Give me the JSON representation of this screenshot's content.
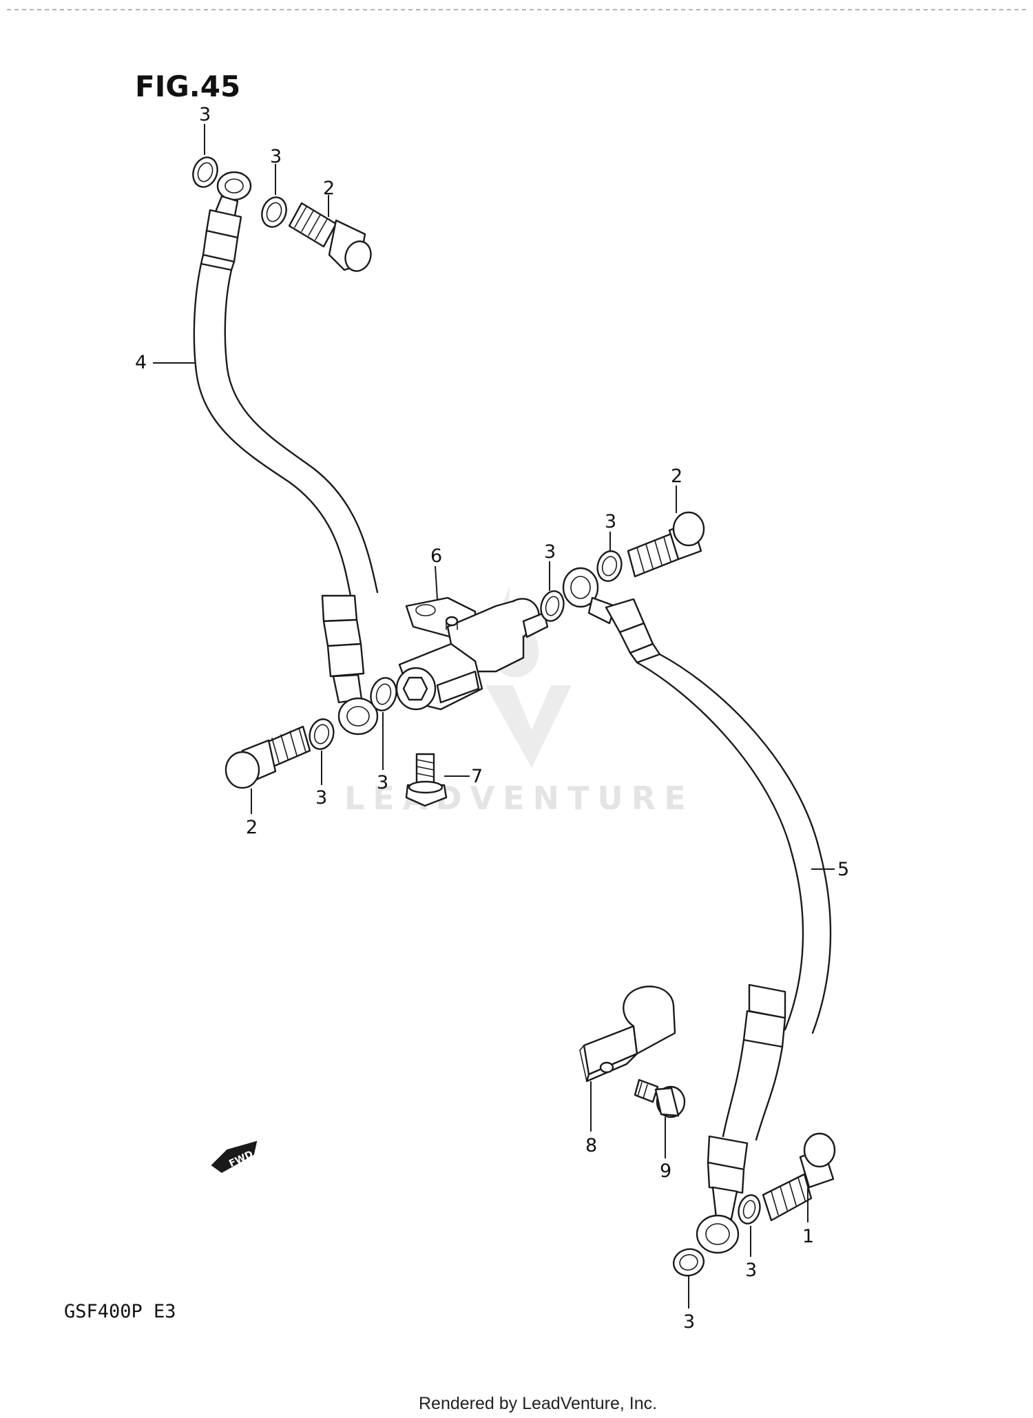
{
  "figure": {
    "title": "FIG.45",
    "model": "GSF400P  E3",
    "footer": "Rendered by LeadVenture, Inc.",
    "watermark": "LEADVENTURE",
    "fwd_label": "FWD"
  },
  "callouts": [
    {
      "id": "c3a",
      "label": "3"
    },
    {
      "id": "c3b",
      "label": "3"
    },
    {
      "id": "c2a",
      "label": "2"
    },
    {
      "id": "c4",
      "label": "4"
    },
    {
      "id": "c6",
      "label": "6"
    },
    {
      "id": "c3c",
      "label": "3"
    },
    {
      "id": "c3d",
      "label": "3"
    },
    {
      "id": "c2b",
      "label": "2"
    },
    {
      "id": "c3e",
      "label": "3"
    },
    {
      "id": "c3f",
      "label": "3"
    },
    {
      "id": "c7",
      "label": "7"
    },
    {
      "id": "c2c",
      "label": "2"
    },
    {
      "id": "c5",
      "label": "5"
    },
    {
      "id": "c8",
      "label": "8"
    },
    {
      "id": "c9",
      "label": "9"
    },
    {
      "id": "c1",
      "label": "1"
    },
    {
      "id": "c3g",
      "label": "3"
    },
    {
      "id": "c3h",
      "label": "3"
    }
  ],
  "colors": {
    "line": "#1a1a1a",
    "watermark": "#e4e4e4"
  }
}
